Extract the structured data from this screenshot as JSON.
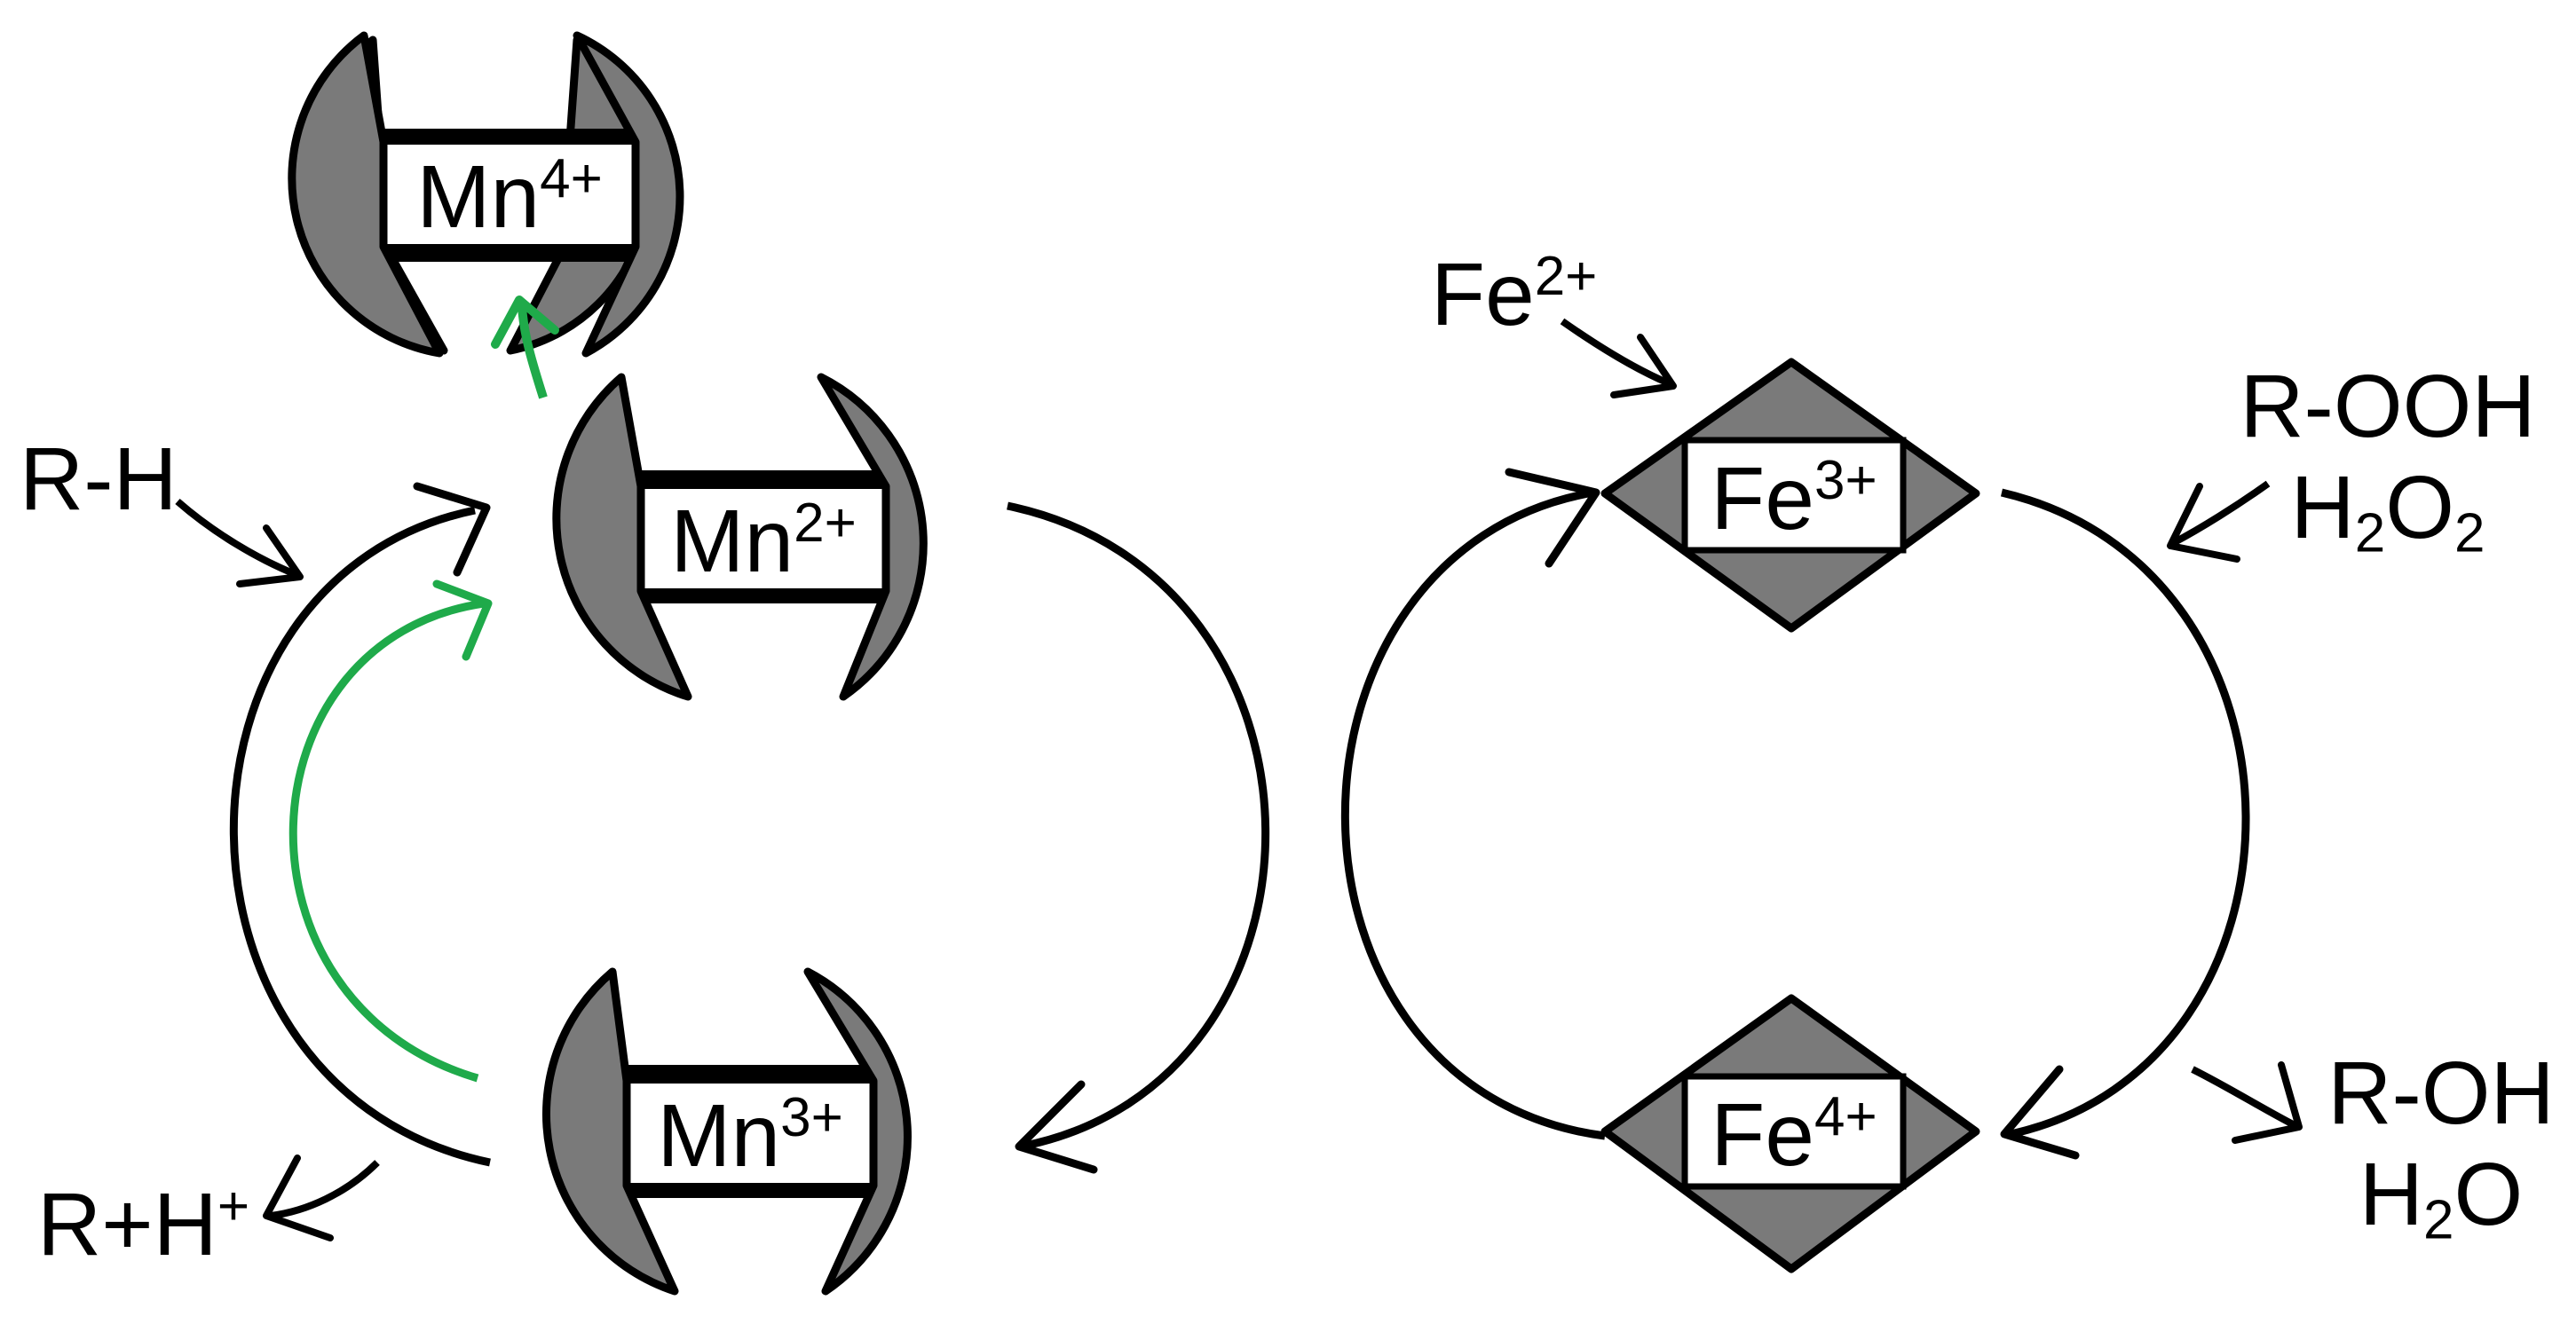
{
  "manganese": {
    "mn4": {
      "symbol": "Mn",
      "charge": "4+"
    },
    "mn2": {
      "symbol": "Mn",
      "charge": "2+"
    },
    "mn3": {
      "symbol": "Mn",
      "charge": "3+"
    }
  },
  "iron": {
    "fe3": {
      "symbol": "Fe",
      "charge": "3+"
    },
    "fe4": {
      "symbol": "Fe",
      "charge": "4+"
    }
  },
  "reactants": {
    "rh": "R-H",
    "rhplus": {
      "text": "R+H",
      "charge": "+"
    },
    "fe2": {
      "symbol": "Fe",
      "charge": "2+"
    },
    "rooh": "R-OOH",
    "h2o2": {
      "a": "H",
      "a_sub": "2",
      "b": "O",
      "b_sub": "2"
    },
    "roh": "R-OH",
    "h2o": {
      "a": "H",
      "a_sub": "2",
      "b": "O"
    }
  },
  "colors": {
    "cap_fill": "#7a7a7a",
    "outline": "#000000",
    "green_arrow": "#1faa4a",
    "arrow": "#000000"
  }
}
